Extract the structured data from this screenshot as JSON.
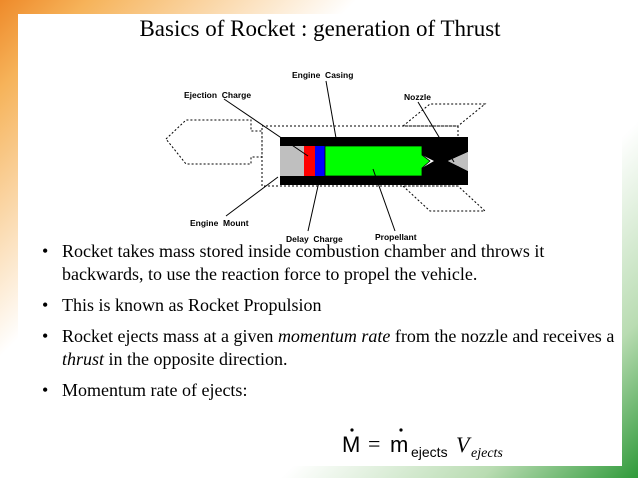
{
  "slide": {
    "title": "Basics of Rocket : generation of Thrust",
    "diagram_labels": {
      "engine_casing": "Engine  Casing",
      "ejection_charge": "Ejection  Charge",
      "nozzle": "Nozzle",
      "engine_mount": "Engine  Mount",
      "delay_charge": "Delay  Charge",
      "propellant": "Propellant"
    },
    "bullets": [
      {
        "text": "Rocket takes mass stored inside combustion chamber and throws it backwards, to use the reaction force to propel the vehicle."
      },
      {
        "pre": "This is known as Rocket Propulsion"
      },
      {
        "pre": "Rocket ejects mass at a given ",
        "em1": "momentum rate",
        "mid": " from the nozzle and receives a ",
        "em2": "thrust",
        "post": " in the opposite direction."
      },
      {
        "pre": "Momentum rate of ejects:"
      }
    ],
    "bullet_glyph": "•",
    "formula": {
      "lhs": "M",
      "equals": "=",
      "mdot": "m",
      "sub1": "ejects",
      "v": "V",
      "sub2": "ejects"
    },
    "colors": {
      "ejection_charge": "#ff0000",
      "delay_charge": "#0000ff",
      "propellant": "#00ff00",
      "casing": "#000000",
      "mount": "#bfbfbf"
    }
  }
}
